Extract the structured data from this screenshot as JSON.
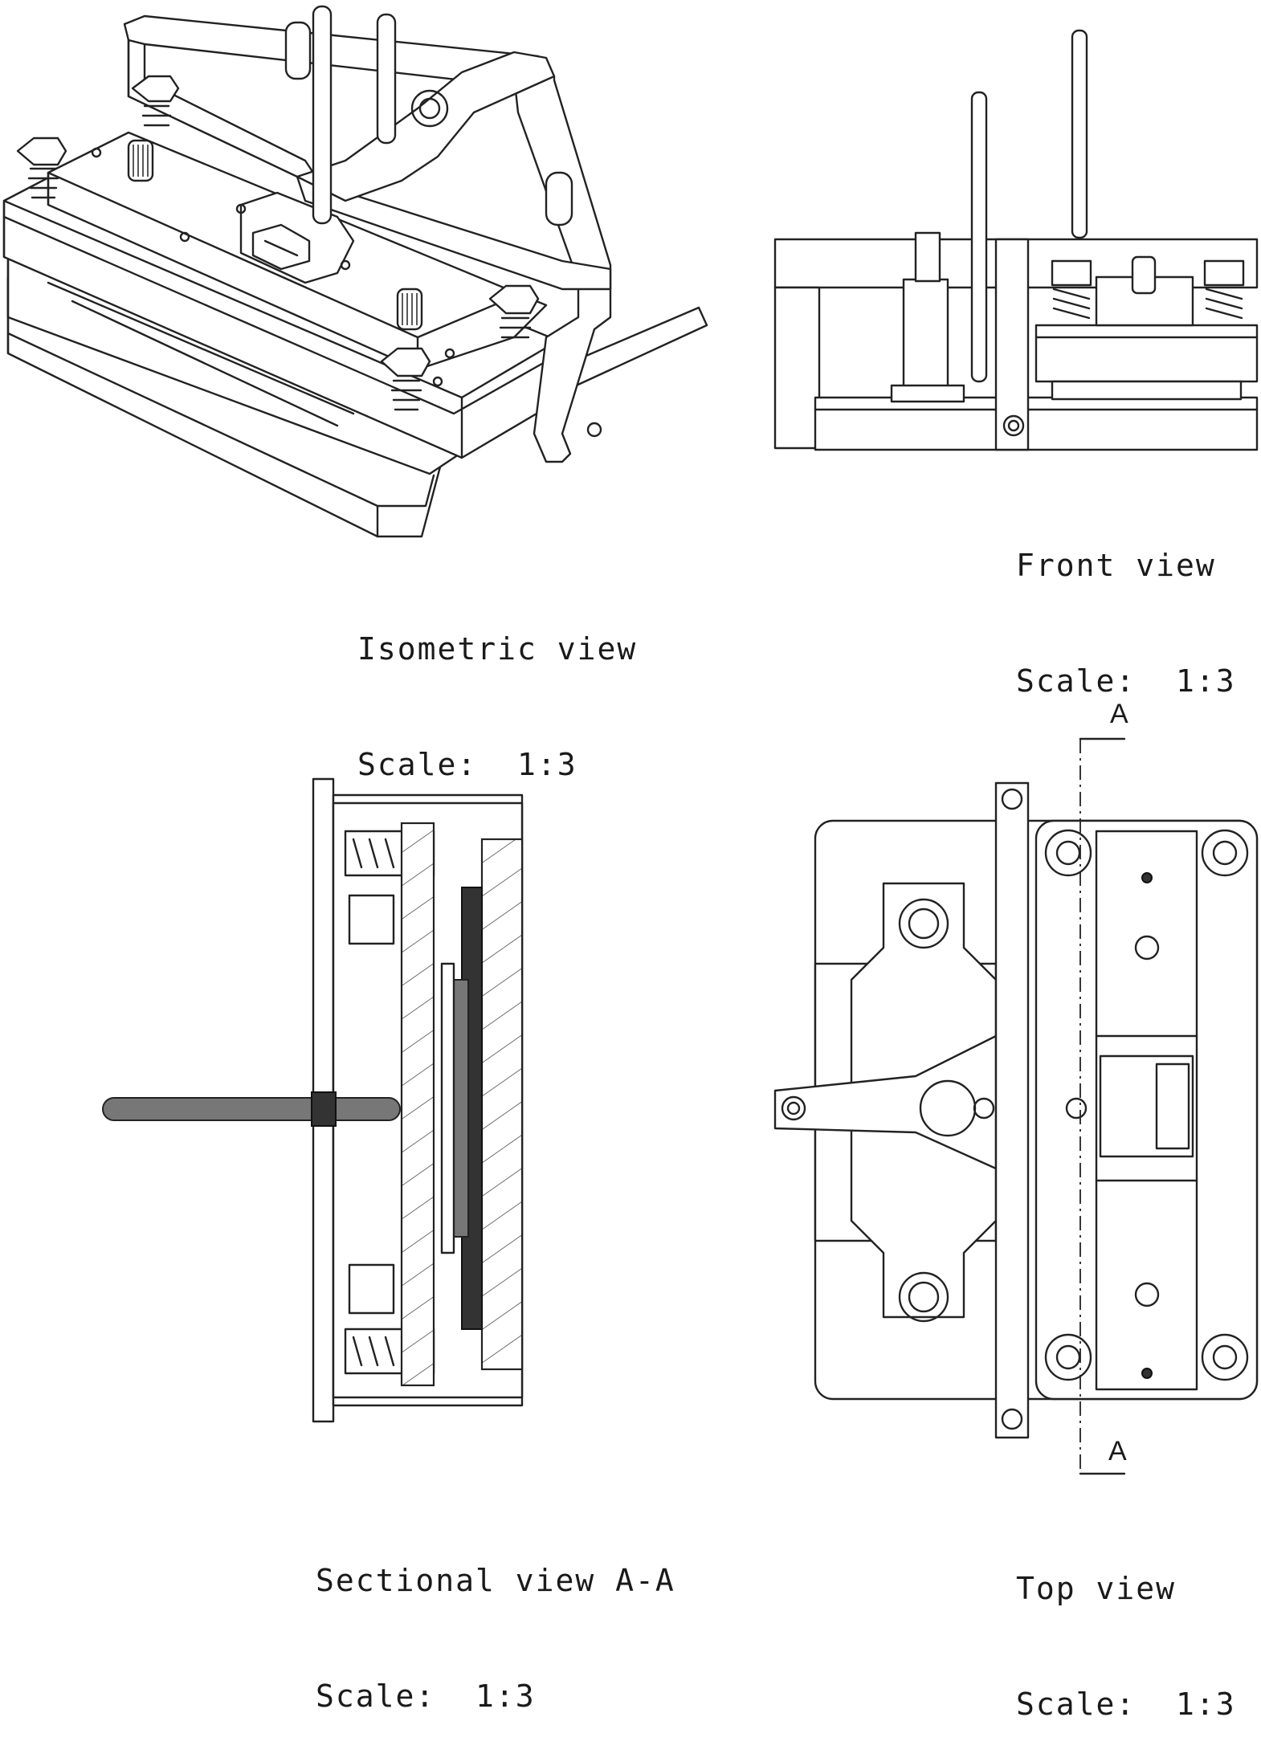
{
  "views": {
    "isometric": {
      "title": "Isometric view",
      "scale": "Scale:  1:3"
    },
    "front": {
      "title": "Front view",
      "scale": "Scale:  1:3"
    },
    "sectional": {
      "title": "Sectional view A-A",
      "scale": "Scale:  1:3"
    },
    "top": {
      "title": "Top view",
      "scale": "Scale:  1:3",
      "section_marker_top": "A",
      "section_marker_bottom": "A"
    }
  }
}
